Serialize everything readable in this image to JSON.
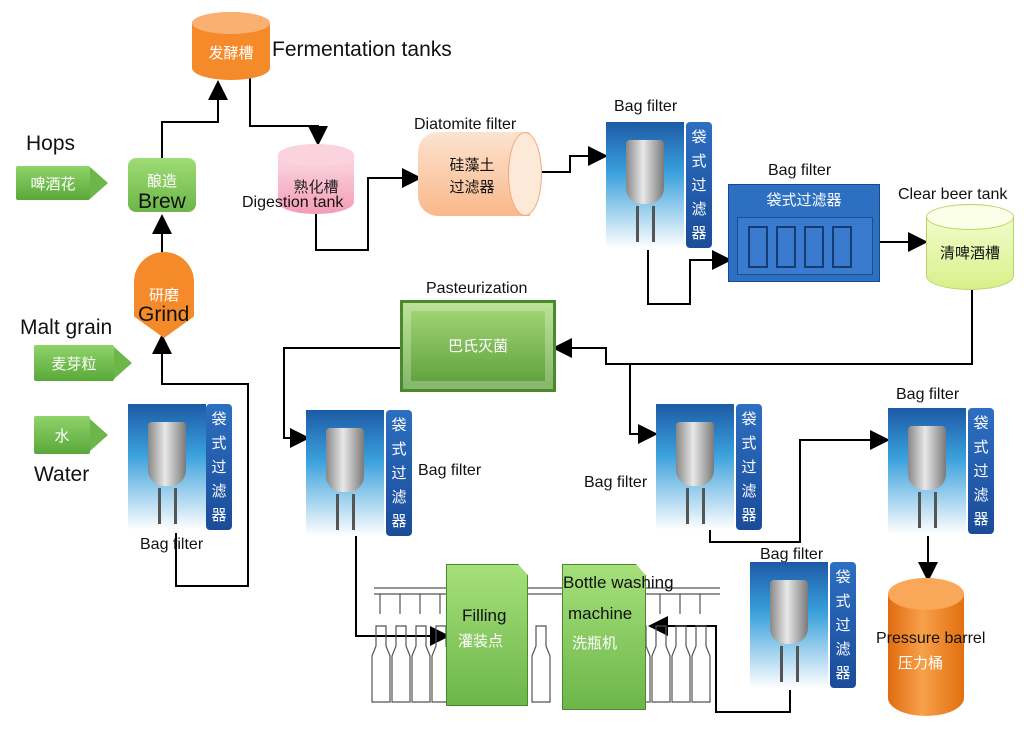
{
  "fermentation": {
    "zh": "发酵槽",
    "en": "Fermentation tanks"
  },
  "hops": {
    "en": "Hops",
    "zh": "啤酒花"
  },
  "brew": {
    "zh": "酿造",
    "en": "Brew"
  },
  "grind": {
    "zh": "研磨",
    "en": "Grind"
  },
  "malt": {
    "en": "Malt grain",
    "zh": "麦芽粒"
  },
  "water": {
    "zh": "水",
    "en": "Water"
  },
  "digestion": {
    "zh": "熟化槽",
    "en": "Digestion tank"
  },
  "diatomite": {
    "en": "Diatomite filter",
    "zh1": "硅藻土",
    "zh2": "过滤器"
  },
  "bag_filter_label": "Bag filter",
  "bag_filter_tag": [
    "袋",
    "式",
    "过",
    "滤",
    "器"
  ],
  "bag_filter_h": {
    "zh": "袋式过滤器",
    "en": "Bag filter"
  },
  "clear_beer": {
    "en": "Clear beer tank",
    "zh": "清啤酒槽"
  },
  "pasteurization": {
    "en": "Pasteurization",
    "zh": "巴氏灭菌"
  },
  "filling": {
    "en": "Filling",
    "zh": "灌装点"
  },
  "washing": {
    "en1": "Bottle washing",
    "en2": "machine",
    "zh": "洗瓶机"
  },
  "pressure": {
    "en": "Pressure barrel",
    "zh": "压力桶"
  },
  "colors": {
    "orange": "#f58a2a",
    "green": "#6cb64a",
    "pink": "#f7b6c6",
    "peach": "#fbd2b0",
    "blue": "#2d6fc0",
    "clear": "#e9f7b8"
  }
}
